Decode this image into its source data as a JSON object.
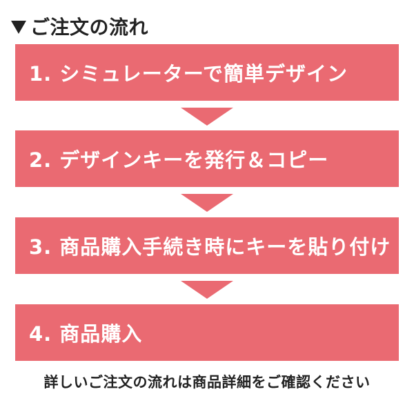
{
  "title": {
    "marker": "▼",
    "text": "ご注文の流れ"
  },
  "steps": [
    {
      "label": "1. シミュレーターで簡単デザイン"
    },
    {
      "label": "2. デザインキーを発行＆コピー"
    },
    {
      "label": "3. 商品購入手続き時にキーを貼り付け"
    },
    {
      "label": "4. 商品購入"
    }
  ],
  "note": "詳しいご注文の流れは商品詳細をご確認ください",
  "colors": {
    "step_background": "#ea6a72",
    "step_text": "#ffffff",
    "text": "#222222"
  }
}
